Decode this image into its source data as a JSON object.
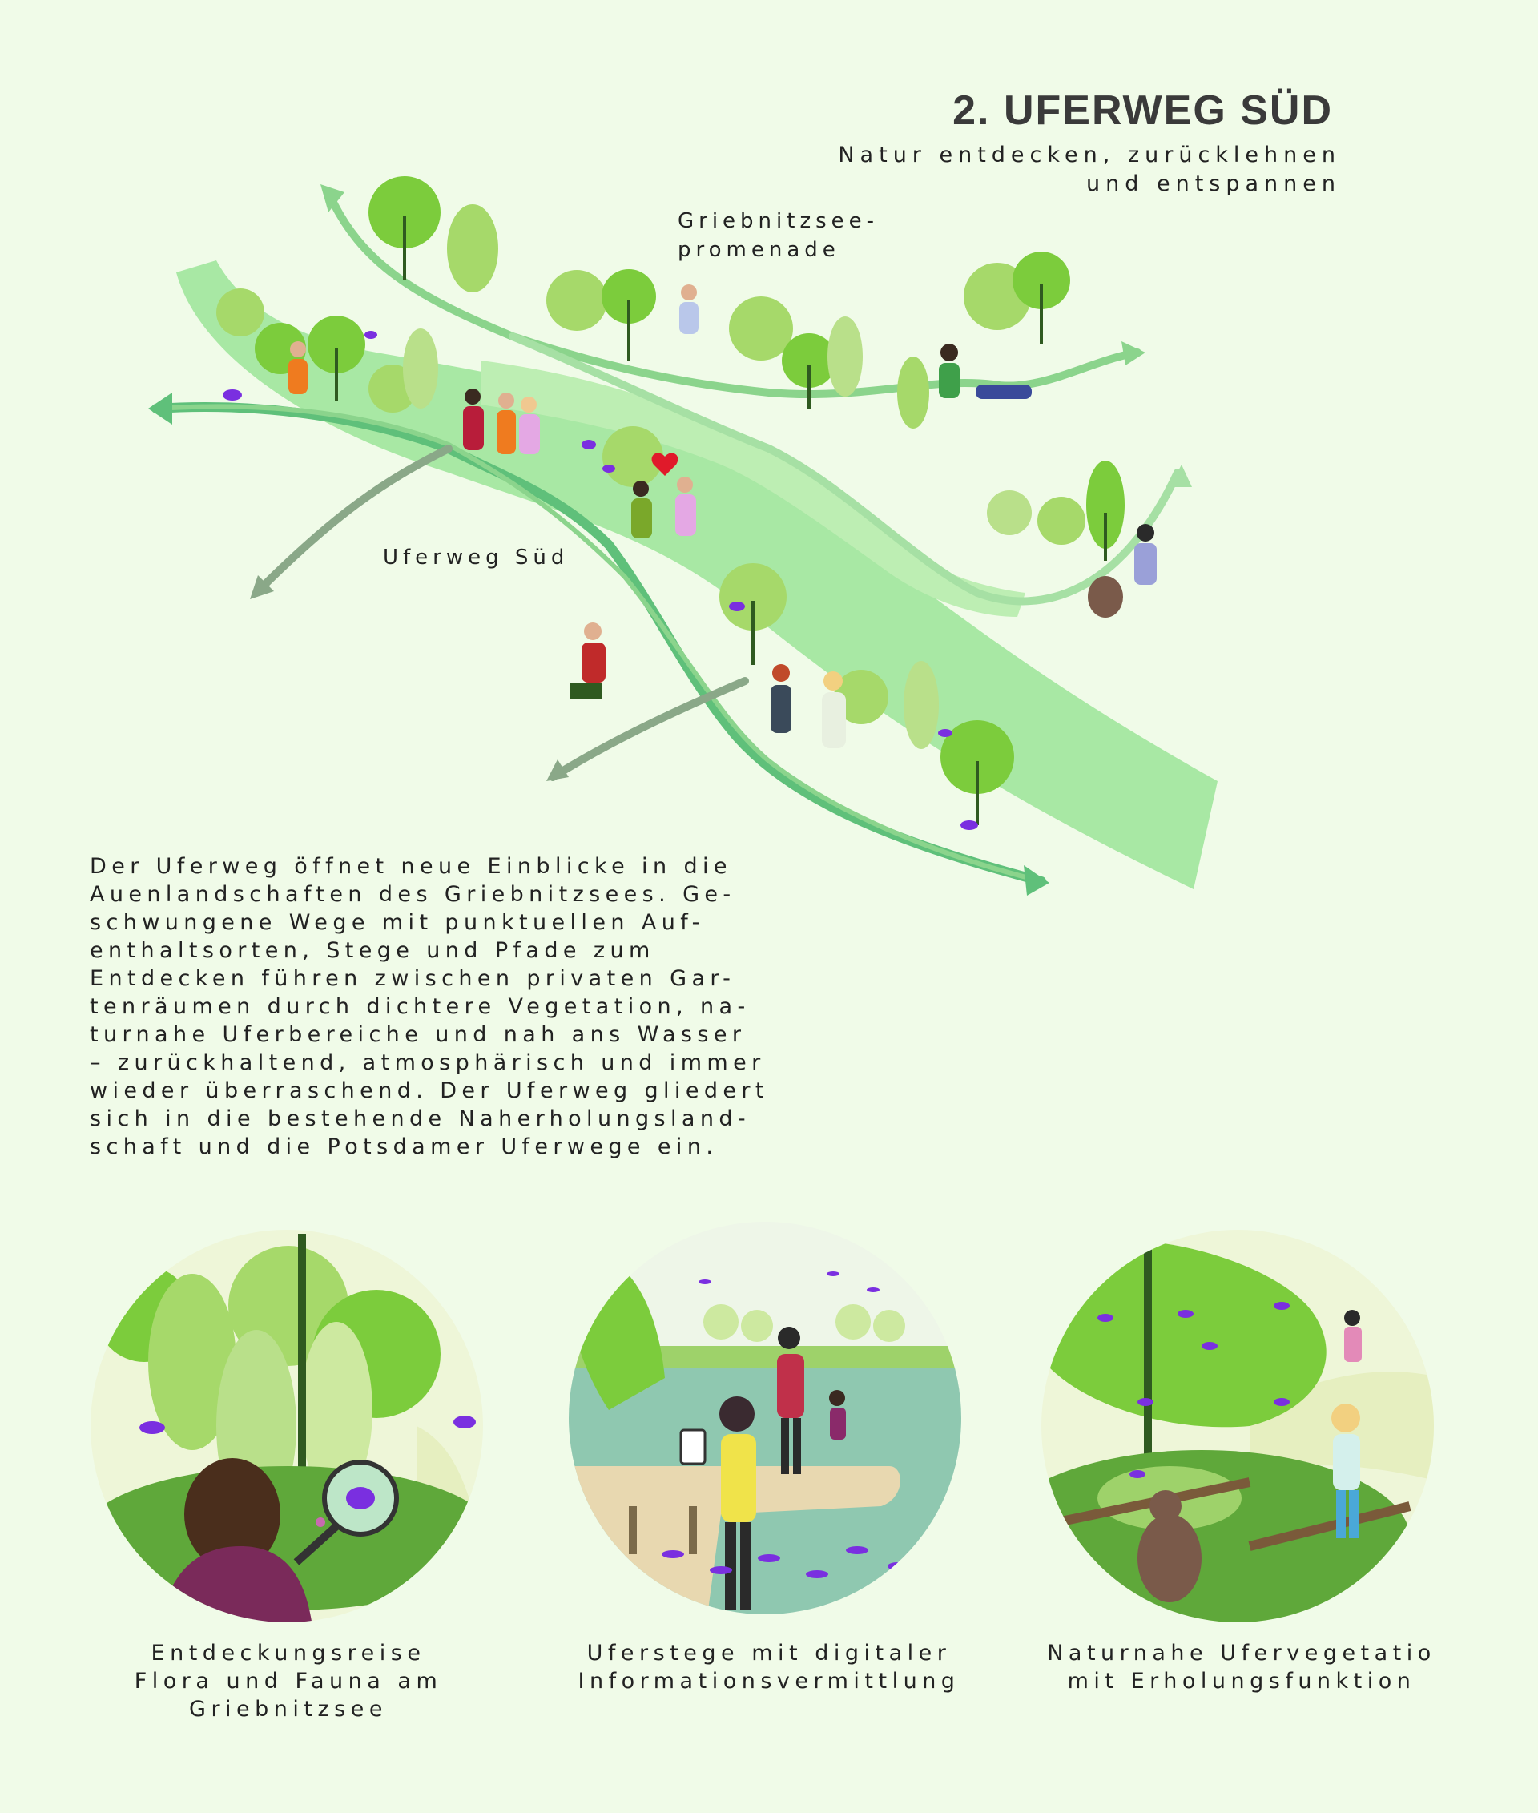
{
  "header": {
    "title": "2. UFERWEG SÜD",
    "subtitle_lines": [
      "Natur entdecken, zurücklehnen",
      "und entspannen"
    ]
  },
  "map": {
    "promenade_label_lines": [
      "Griebnitzsee-",
      "promenade"
    ],
    "uferweg_label": "Uferweg Süd"
  },
  "description_lines": [
    "Der Uferweg öffnet neue Einblicke in die",
    "Auenlandschaften des Griebnitzsees. Ge-",
    "schwungene Wege mit punktuellen Auf-",
    "enthaltsorten, Stege und Pfade zum",
    "Entdecken führen zwischen privaten Gar-",
    "tenräumen durch dichtere Vegetation, na-",
    "turnahe Uferbereiche und nah ans Wasser",
    "– zurückhaltend, atmosphärisch und immer",
    "wieder überraschend. Der Uferweg gliedert",
    "sich in die bestehende Naherholungsland-",
    "schaft und die Potsdamer Uferwege ein."
  ],
  "vignettes": [
    {
      "caption_lines": [
        "Entdeckungsreise",
        "Flora und Fauna am",
        "Griebnitzsee"
      ]
    },
    {
      "caption_lines": [
        "Uferstege mit digitaler",
        "Informationsvermittlung"
      ]
    },
    {
      "caption_lines": [
        "Naturnahe Ufervegetatio",
        "mit Erholungsfunktion"
      ]
    }
  ],
  "colors": {
    "background": "#f0fbe8",
    "water": "#a8e8a4",
    "tree_light": "#a6d96a",
    "tree_mid": "#7ccc3c",
    "path": "#5fc07a",
    "accent_purple": "#7a2fe0",
    "arrow_grey": "#8aa888"
  }
}
